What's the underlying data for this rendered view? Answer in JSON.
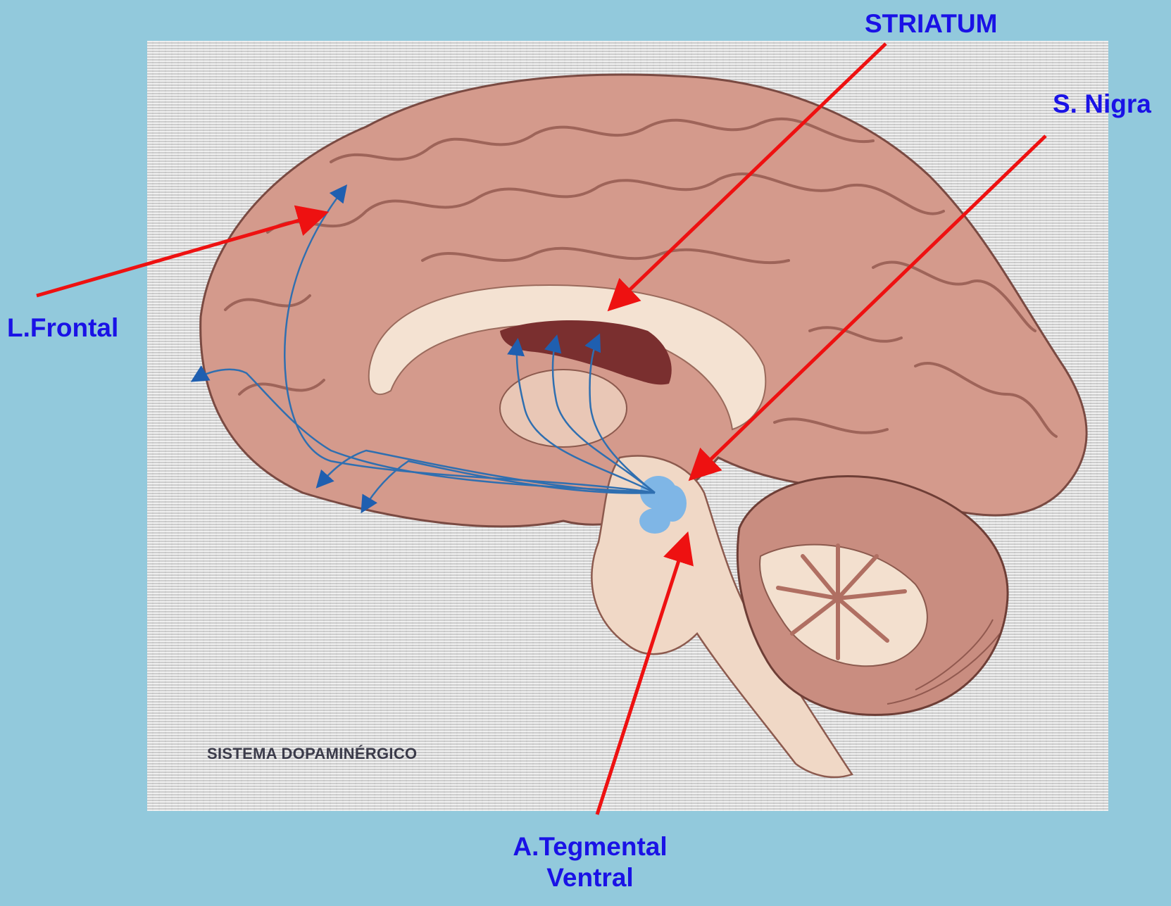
{
  "labels": {
    "striatum": "STRIATUM",
    "s_nigra": "S. Nigra",
    "l_frontal": "L.Frontal",
    "a_tegmental_line1": "A.Tegmental",
    "a_tegmental_line2": "Ventral"
  },
  "caption": "SISTEMA DOPAMINÉRGICO",
  "colors": {
    "background": "#92c9dc",
    "label_text": "#1a12e6",
    "pointer_arrow": "#ee1111",
    "pathway": "#2f6fb0",
    "brain_tissue": "#d49a8c",
    "striatum_fill": "#7a2f2f",
    "ventral_tegmental_fill": "#7fb6e6"
  }
}
